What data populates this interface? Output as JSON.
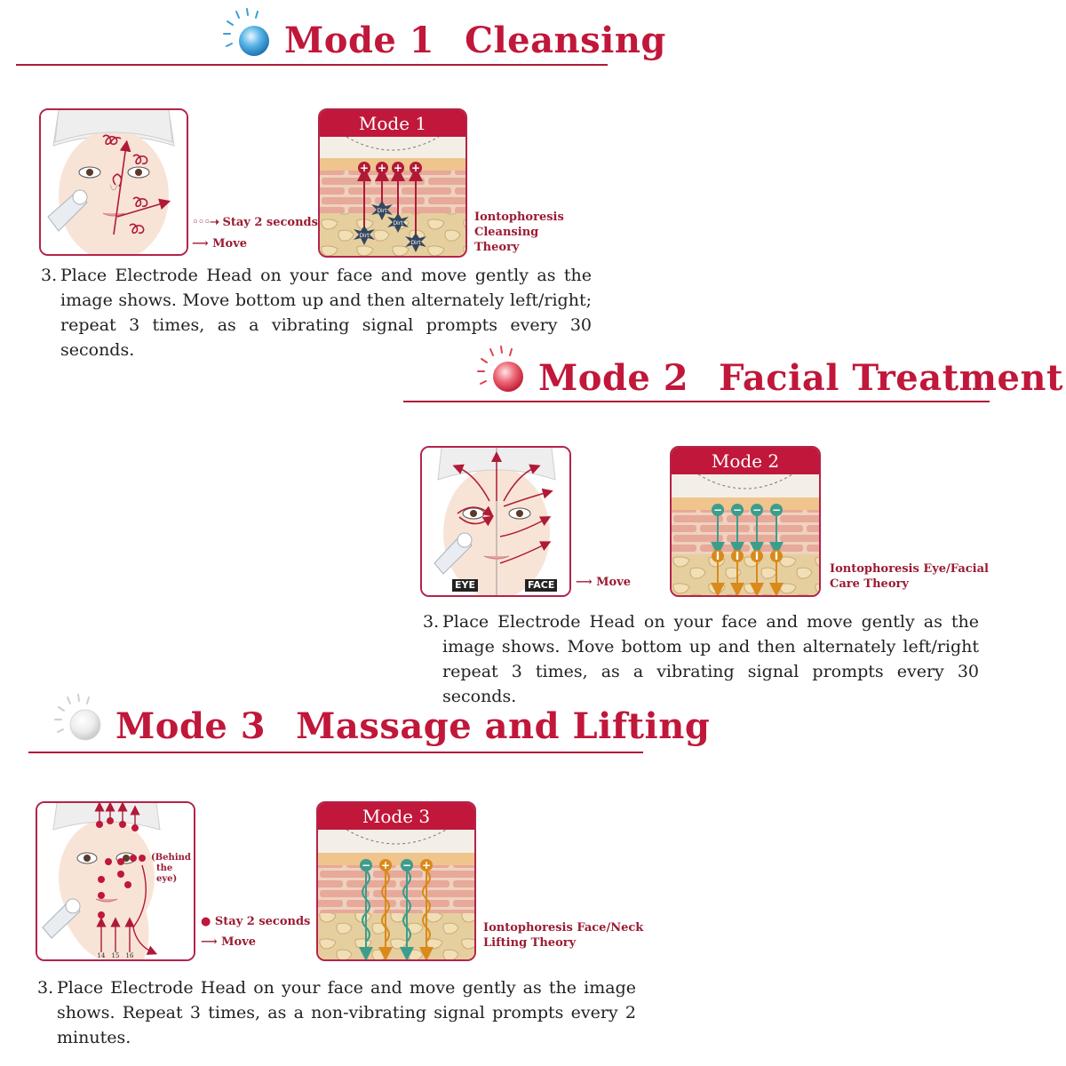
{
  "colors": {
    "accent": "#c0173a",
    "skin": "#f3d3a8",
    "mode1_bulb": "#3a9fd6",
    "mode2_bulb": "#e0404e",
    "mode3_bulb": "#e6e6e6"
  },
  "mode1": {
    "title_num": "Mode 1",
    "title_name": "Cleansing",
    "diagram_header": "Mode 1",
    "legend_stay": "Stay 2 seconds",
    "legend_move": "Move",
    "dirt_label": "Dirt",
    "theory": [
      "Iontophoresis",
      "Cleansing",
      "Theory"
    ],
    "step_num": "3.",
    "step_text": "Place Electrode Head on your face and move gently as the image shows. Move bottom up and then alternately left/right; repeat 3 times, as a vibrating signal prompts every 30 seconds."
  },
  "mode2": {
    "title_num": "Mode 2",
    "title_name": "Facial Treatment",
    "diagram_header": "Mode 2",
    "label_eye": "EYE",
    "label_face": "FACE",
    "legend_move": "Move",
    "theory": [
      "Iontophoresis Eye/Facial",
      "Care Theory"
    ],
    "step_num": "3.",
    "step_text": "Place Electrode Head on your face and move gently as the image shows. Move bottom up and then alternately left/right repeat 3 times, as a vibrating signal prompts every 30 seconds."
  },
  "mode3": {
    "title_num": "Mode 3",
    "title_name": "Massage and Lifting",
    "diagram_header": "Mode 3",
    "behind_eye": [
      "(Behind",
      "the eye)"
    ],
    "point_numbers": [
      "14",
      "15",
      "16"
    ],
    "legend_stay": "Stay 2 seconds",
    "legend_move": "Move",
    "theory": [
      "Iontophoresis Face/Neck",
      "Lifting Theory"
    ],
    "step_num": "3.",
    "step_text": "Place Electrode Head on your face and move gently as the image shows. Repeat 3 times, as a non-vibrating signal prompts every 2 minutes."
  }
}
